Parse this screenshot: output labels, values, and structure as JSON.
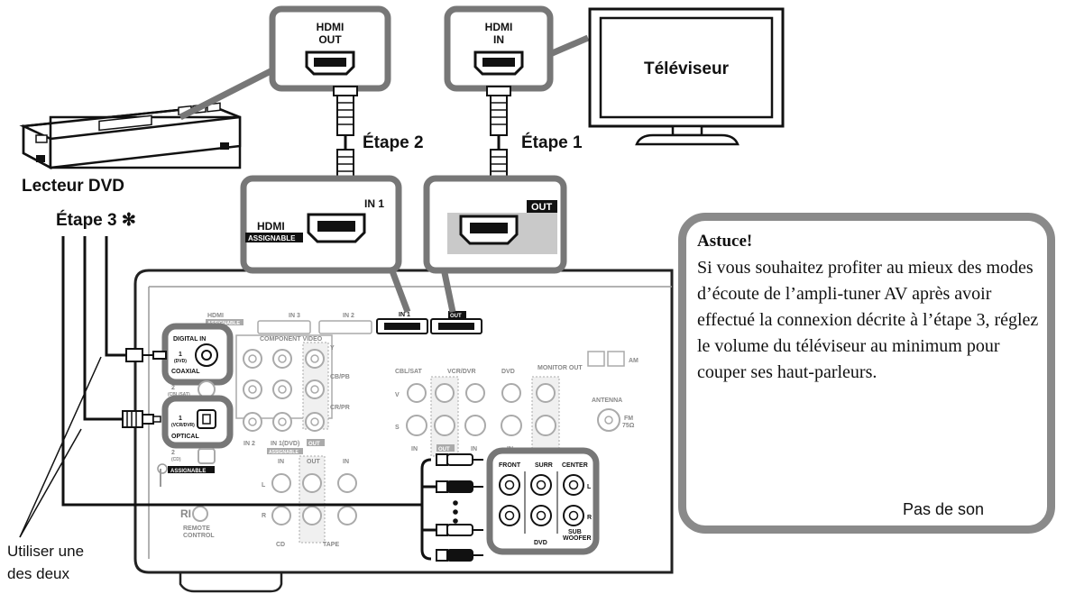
{
  "hdmi_out_box": {
    "line1": "HDMI",
    "line2": "OUT"
  },
  "hdmi_in_box": {
    "line1": "HDMI",
    "line2": "IN"
  },
  "tv_label": "Téléviseur",
  "step2": "Étape 2",
  "step1": "Étape 1",
  "step3": "Étape 3 ✻",
  "dvd_label": "Lecteur DVD",
  "callout_in": {
    "hdmi": "HDMI",
    "assignable": "ASSIGNABLE",
    "port": "IN 1"
  },
  "callout_out": {
    "port": "OUT"
  },
  "either_label": {
    "line1": "Utiliser une",
    "line2": "des deux"
  },
  "tip": {
    "title": "Astuce!",
    "body": "Si vous souhaitez profiter au mieux des modes d’écoute de l’ampli-tuner AV après avoir effectué la connexion décrite à l’étape 3, réglez le volume du téléviseur au minimum pour couper ses haut-parleurs.",
    "no_sound": "Pas de son"
  },
  "panel": {
    "hdmi": "HDMI",
    "assignable": "ASSIGNABLE",
    "in3": "IN 3",
    "in2": "IN 2",
    "in1": "IN 1",
    "out": "OUT",
    "digital_in": "DIGITAL IN",
    "coaxial_num": "1",
    "coaxial_sub": "(DVD)",
    "coaxial": "COAXIAL",
    "optical_num": "1",
    "optical_sub": "(VCR/DVR)",
    "optical": "OPTICAL",
    "optical2_num": "2",
    "optical2_sub": "(CD)",
    "coax2_num": "2",
    "coax2_sub": "(CBL/SAT)",
    "assignable2": "ASSIGNABLE",
    "component_video": "COMPONENT VIDEO",
    "y": "Y",
    "cb": "CB/PB",
    "cr": "CR/PR",
    "comp_in2": "IN 2",
    "comp_in1": "IN 1(DVD)",
    "comp_out": "OUT",
    "comp_assignable": "ASSIGNABLE",
    "cbl_sat": "CBL/SAT",
    "vcr_dvr": "VCR/DVR",
    "dvd": "DVD",
    "monitor_out": "MONITOR OUT",
    "v": "V",
    "s": "S",
    "sv_in": "IN",
    "sv_out": "OUT",
    "sv_in2": "IN",
    "sv_in3": "IN",
    "am": "AM",
    "antenna": "ANTENNA",
    "fm": "FM",
    "ohm": "75Ω",
    "ri": "RI",
    "remote": "REMOTE",
    "control": "CONTROL",
    "audio_in": "IN",
    "audio_out": "OUT",
    "audio_in2": "IN",
    "audio_l": "L",
    "audio_r": "R",
    "cd": "CD",
    "tape": "TAPE",
    "front": "FRONT",
    "surr": "SURR",
    "center": "CENTER",
    "l": "L",
    "r": "R",
    "sub": "SUB",
    "woofer": "WOOFER",
    "dvd_group": "DVD"
  }
}
